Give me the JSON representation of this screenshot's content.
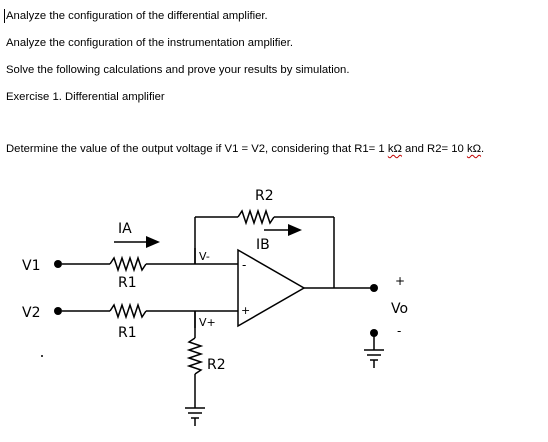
{
  "document": {
    "lines": [
      "Analyze the configuration of the differential amplifier.",
      "Analyze the configuration of the instrumentation amplifier.",
      "Solve the following calculations and prove your results by simulation.",
      "Exercise 1. Differential amplifier"
    ],
    "question": {
      "text_before": "Determine the value of the output voltage if V1 = V2, considering that R1= 1 ",
      "unit1": "kΩ",
      "text_middle": " and R2= 10 ",
      "unit2": "kΩ",
      "text_after": "."
    }
  },
  "circuit": {
    "labels": {
      "r2_top": "R2",
      "ib": "IB",
      "ia": "IA",
      "v1": "V1",
      "v2": "V2",
      "r1_top": "R1",
      "r1_bottom": "R1",
      "v_minus": "V-",
      "v_plus": "V+",
      "minus_sign": "-",
      "plus_sign": "+",
      "vo": "Vo",
      "out_plus": "+",
      "out_minus": "-",
      "r2_bottom": "R2"
    },
    "colors": {
      "wire": "#000000",
      "text": "#000000",
      "squiggle": "#c00000"
    }
  }
}
